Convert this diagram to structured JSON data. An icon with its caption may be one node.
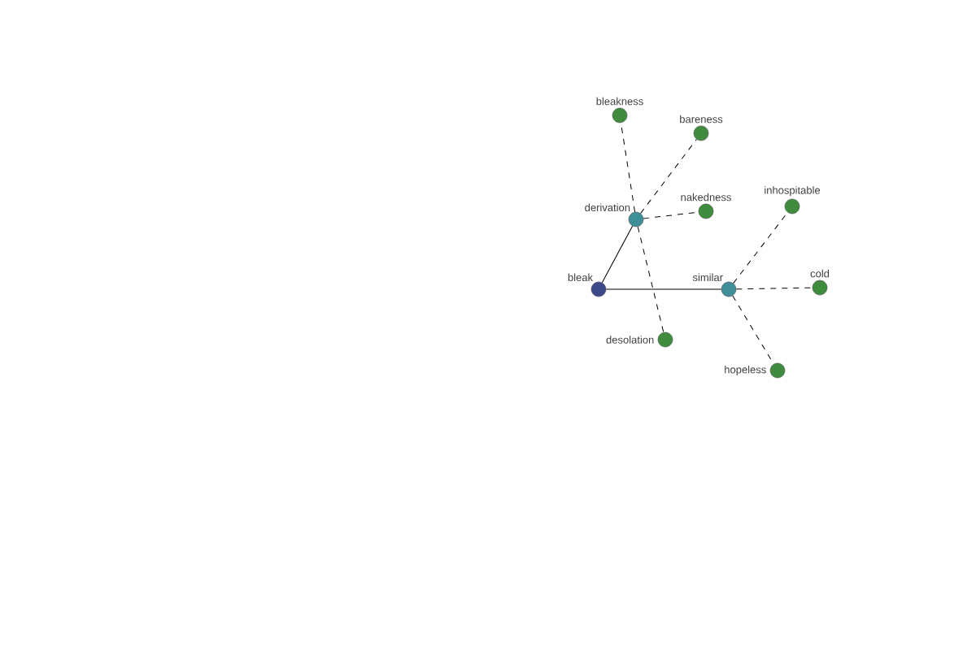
{
  "diagram": {
    "nodes": [
      {
        "text": [
          "bleak"
        ]
      },
      {
        "text": [
          "derivation"
        ]
      },
      {
        "text": [
          "similar"
        ]
      },
      {
        "text": [
          "bleakness"
        ]
      },
      {
        "text": [
          "bareness"
        ]
      },
      {
        "text": [
          "nakedness"
        ]
      },
      {
        "text": [
          "desolation"
        ]
      },
      {
        "text": [
          "inhospitable"
        ]
      },
      {
        "text": [
          "cold"
        ]
      },
      {
        "text": [
          "hopeless"
        ]
      }
    ],
    "edges": [
      {
        "from": 0,
        "to": 1,
        "arrow": "none"
      },
      {
        "from": 0,
        "to": 2,
        "arrow": "none"
      },
      {
        "from": 1,
        "to": 3,
        "arrow": "none",
        "style": "dashed"
      },
      {
        "from": 1,
        "to": 4,
        "arrow": "none",
        "style": "dashed"
      },
      {
        "from": 1,
        "to": 5,
        "arrow": "none",
        "style": "dashed"
      },
      {
        "from": 1,
        "to": 6,
        "arrow": "none",
        "style": "dashed"
      },
      {
        "from": 2,
        "to": 7,
        "arrow": "none",
        "style": "dashed"
      },
      {
        "from": 2,
        "to": 8,
        "arrow": "none",
        "style": "dashed"
      },
      {
        "from": 2,
        "to": 9,
        "arrow": "none",
        "style": "dashed"
      }
    ]
  }
}
